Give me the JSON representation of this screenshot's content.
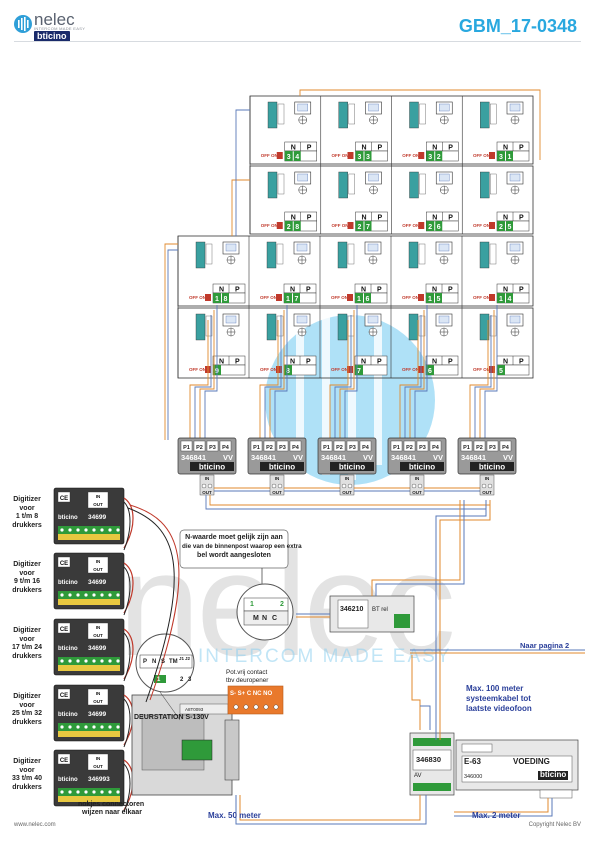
{
  "header": {
    "brand_name": "nelec",
    "brand_tagline": "INTERCOM MADE EASY",
    "brand_sub": "bticino",
    "doc_code": "GBM_17-0348"
  },
  "watermark": {
    "word": "nelec",
    "slogan": "INTERCOM MADE EASY"
  },
  "colors": {
    "doc_code": "#29a8df",
    "wire_orange": "#e08a2e",
    "wire_blue": "#5a79b8",
    "terminal_green": "#2f9a3a",
    "annotation_blue": "#2a3f9a"
  },
  "monitor": {
    "label_n": "N",
    "label_p": "P",
    "switch_label": "OFF ON"
  },
  "monitors": {
    "row1": [
      "3",
      "4",
      "3",
      "3",
      "3",
      "2",
      "3",
      "1"
    ],
    "row2": [
      "2",
      "8",
      "2",
      "7",
      "2",
      "6",
      "2",
      "5"
    ],
    "row3": [
      "1",
      "8",
      "1",
      "7",
      "1",
      "6",
      "1",
      "5",
      "1",
      "4"
    ],
    "row4": [
      "9",
      "8",
      "7",
      "6",
      "5"
    ]
  },
  "distributor": {
    "ports": [
      "P1",
      "P2",
      "P3",
      "P4"
    ],
    "code": "346841",
    "vv": "VV",
    "brand": "bticino",
    "in_label": "IN",
    "out_label": "OUT"
  },
  "digitizers": [
    {
      "label": [
        "Digitizer",
        "voor",
        "1 t/m 8",
        "drukkers"
      ],
      "code": "34699"
    },
    {
      "label": [
        "Digitizer",
        "voor",
        "9 t/m 16",
        "drukkers"
      ],
      "code": "34699"
    },
    {
      "label": [
        "Digitizer",
        "voor",
        "17 t/m 24",
        "drukkers"
      ],
      "code": "34699"
    },
    {
      "label": [
        "Digitizer",
        "voor",
        "25 t/m 32",
        "drukkers"
      ],
      "code": "34699"
    },
    {
      "label": [
        "Digitizer",
        "voor",
        "33 t/m 40",
        "drukkers"
      ],
      "code": "346993"
    }
  ],
  "digitizer_misc": {
    "ce": "CE",
    "brand": "bticino",
    "in": "IN",
    "out": "OUT"
  },
  "notes": {
    "n_value": [
      "N-waarde moet gelijk zijn aan",
      "die van de binnenpost waarop een extra",
      "bel wordt aangesloten"
    ],
    "bell_terminals": [
      "M",
      "N",
      "C"
    ],
    "bell_numbers": [
      "1",
      "2"
    ],
    "relay_code": "346210",
    "relay_bt": "BT rel",
    "naar_pagina": "Naar pagina 2",
    "max100": [
      "Max. 100 meter",
      "systeemkabel tot",
      "laatste videofoon"
    ],
    "pot_vrij": [
      "Pot.vrij contact",
      "tbv deuropener"
    ],
    "contact_terms": "S- S+ C NC NO",
    "deurstation": "DEURSTATION S-130V",
    "deur_terms": [
      "P",
      "N",
      "S",
      "TM",
      "J1",
      "J2"
    ],
    "deur_nums": [
      "1",
      "2",
      "3"
    ],
    "deur_code": "A8T0093",
    "nokjes": [
      "nokjes connectoren",
      "wijzen naar elkaar"
    ],
    "max50": "Max. 50 meter",
    "max2": "Max. 2 meter"
  },
  "av": {
    "code": "346830",
    "label": "AV"
  },
  "psu": {
    "e63": "E-63",
    "voeding": "VOEDING",
    "code": "346000",
    "brand": "bticino"
  },
  "footer": {
    "site": "www.nelec.com",
    "copyright": "Copyright Nelec BV"
  }
}
